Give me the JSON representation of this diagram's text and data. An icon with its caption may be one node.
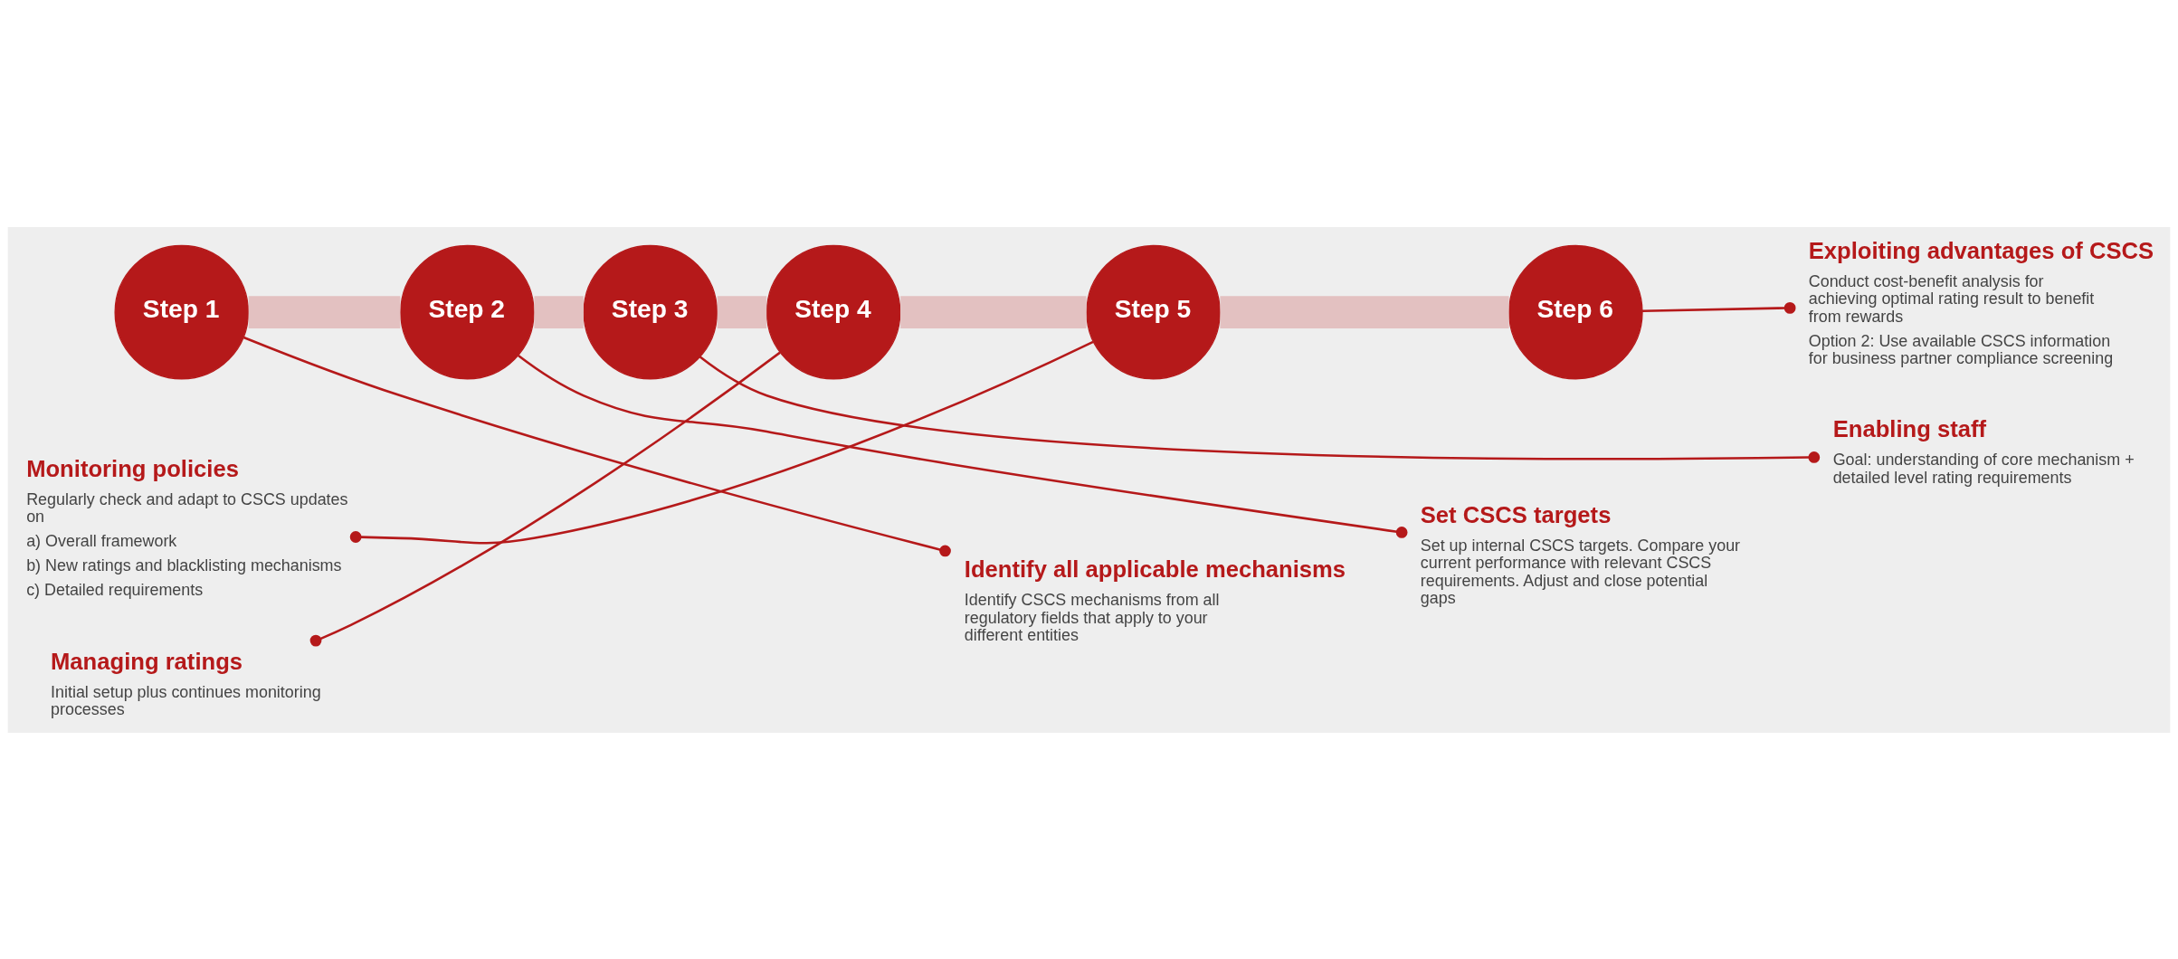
{
  "diagram": {
    "nodes": [
      {
        "text": [
          "Step 1"
        ]
      },
      {
        "text": [
          "Step 2"
        ]
      },
      {
        "text": [
          "Step 3"
        ]
      },
      {
        "text": [
          "Step 4"
        ]
      },
      {
        "text": [
          "Step 5"
        ]
      },
      {
        "text": [
          "Step 6"
        ]
      },
      {
        "text": [
          "Identify all applicable mechanisms",
          "Identify CSCS mechanisms from all regulatory fields that apply to your different entities"
        ]
      },
      {
        "text": [
          "Set CSCS targets",
          "Set up internal CSCS targets. Compare your current performance with relevant CSCS requirements. Adjust and close potential gaps"
        ]
      },
      {
        "text": [
          "Enabling staff",
          "Goal: understanding of core mechanism + detailed level rating requirements"
        ]
      },
      {
        "text": [
          "Managing ratings",
          "Initial setup plus continues monitoring processes"
        ]
      },
      {
        "text": [
          "Monitoring policies",
          "Regularly check and adapt to CSCS updates on",
          "a) Overall framework",
          "b) New ratings and blacklisting mechanisms",
          "c) Detailed requirements"
        ]
      },
      {
        "text": [
          "Exploiting advantages of CSCS",
          "Conduct cost-benefit analysis for achieving optimal rating result to benefit from rewards",
          "Option 2: Use available CSCS information for business partner compliance screening"
        ]
      }
    ],
    "edges": [
      {
        "from": 0,
        "to": 1,
        "arrow": "none",
        "style": "thick",
        "color": "#e3c1c1"
      },
      {
        "from": 1,
        "to": 2,
        "arrow": "none",
        "style": "thick",
        "color": "#e3c1c1"
      },
      {
        "from": 2,
        "to": 3,
        "arrow": "none",
        "style": "thick",
        "color": "#e3c1c1"
      },
      {
        "from": 3,
        "to": 4,
        "arrow": "none",
        "style": "thick",
        "color": "#e3c1c1"
      },
      {
        "from": 4,
        "to": 5,
        "arrow": "none",
        "style": "thick",
        "color": "#e3c1c1"
      },
      {
        "from": 0,
        "to": 6,
        "arrow": "other"
      },
      {
        "from": 1,
        "to": 7,
        "arrow": "other"
      },
      {
        "from": 2,
        "to": 8,
        "arrow": "other"
      },
      {
        "from": 3,
        "to": 9,
        "arrow": "other"
      },
      {
        "from": 4,
        "to": 10,
        "arrow": "other"
      },
      {
        "from": 5,
        "to": 11,
        "arrow": "other"
      }
    ]
  }
}
